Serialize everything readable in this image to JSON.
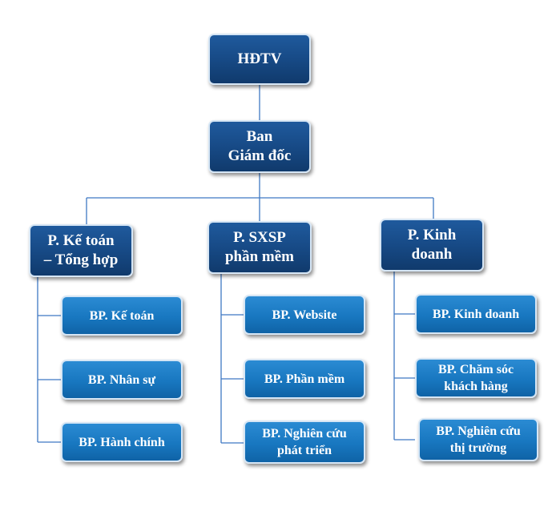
{
  "top": {
    "label": "HĐTV"
  },
  "board": {
    "label": "Ban\nGiám đốc"
  },
  "departments": [
    {
      "label": "P. Kế toán\n– Tổng hợp",
      "units": [
        "BP. Kế toán",
        "BP. Nhân sự",
        "BP. Hành chính"
      ]
    },
    {
      "label": "P. SXSP\nphần mềm",
      "units": [
        "BP. Website",
        "BP. Phần mềm",
        "BP. Nghiên cứu\nphát triển"
      ]
    },
    {
      "label": "P. Kinh\ndoanh",
      "units": [
        "BP. Kinh doanh",
        "BP. Chăm sóc\nkhách hàng",
        "BP.  Nghiên cứu\nthị trường"
      ]
    }
  ],
  "colors": {
    "dark_box": "#174a86",
    "light_box": "#1877c0",
    "connector": "#3f78c4"
  }
}
